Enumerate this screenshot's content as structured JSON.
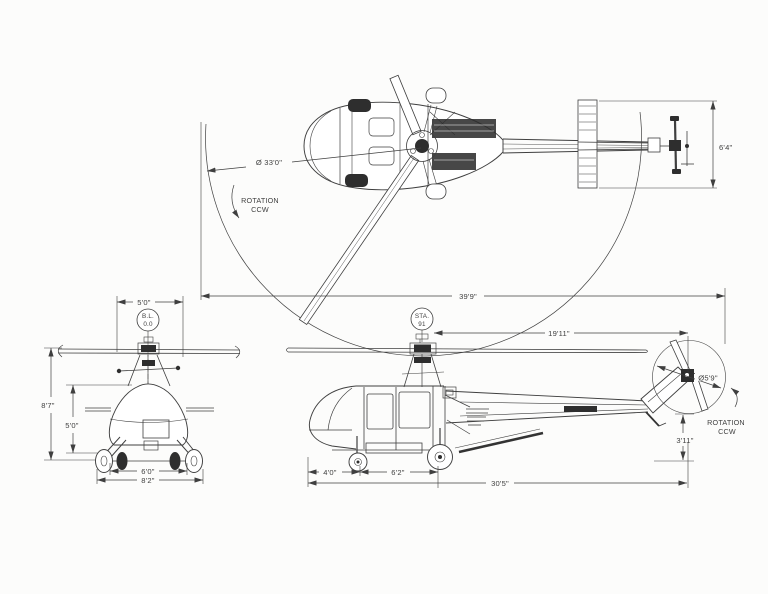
{
  "drawing": {
    "colors": {
      "line": "#3f3f3f",
      "dark": "#2e2e2e",
      "bg": "#fcfcfb"
    },
    "top_view": {
      "rotor_diameter_label": "Ø 33'0\"",
      "rotation_label_line1": "ROTATION",
      "rotation_label_line2": "CCW",
      "overall_span_label": "39'9\"",
      "stabilizer_span_label": "6'4\""
    },
    "front_view": {
      "buttline_marker_line1": "B.L.",
      "buttline_marker_line2": "0.0",
      "cabin_width_label": "5'0\"",
      "overall_height_label": "8'7\"",
      "fuselage_height_label": "5'0\"",
      "front_track_label": "6'0\"",
      "rear_track_label": "8'2\""
    },
    "side_view": {
      "station_marker_line1": "STA.",
      "station_marker_line2": "91",
      "hub_to_tail_label": "19'11\"",
      "tail_rotor_diameter_label": "Ø5'9\"",
      "rotation_label_line1": "ROTATION",
      "rotation_label_line2": "CCW",
      "tail_height_label": "3'11\"",
      "nose_to_front_wheel_label": "4'0\"",
      "wheel_base_label": "6'2\"",
      "overall_length_label": "30'5\""
    }
  }
}
